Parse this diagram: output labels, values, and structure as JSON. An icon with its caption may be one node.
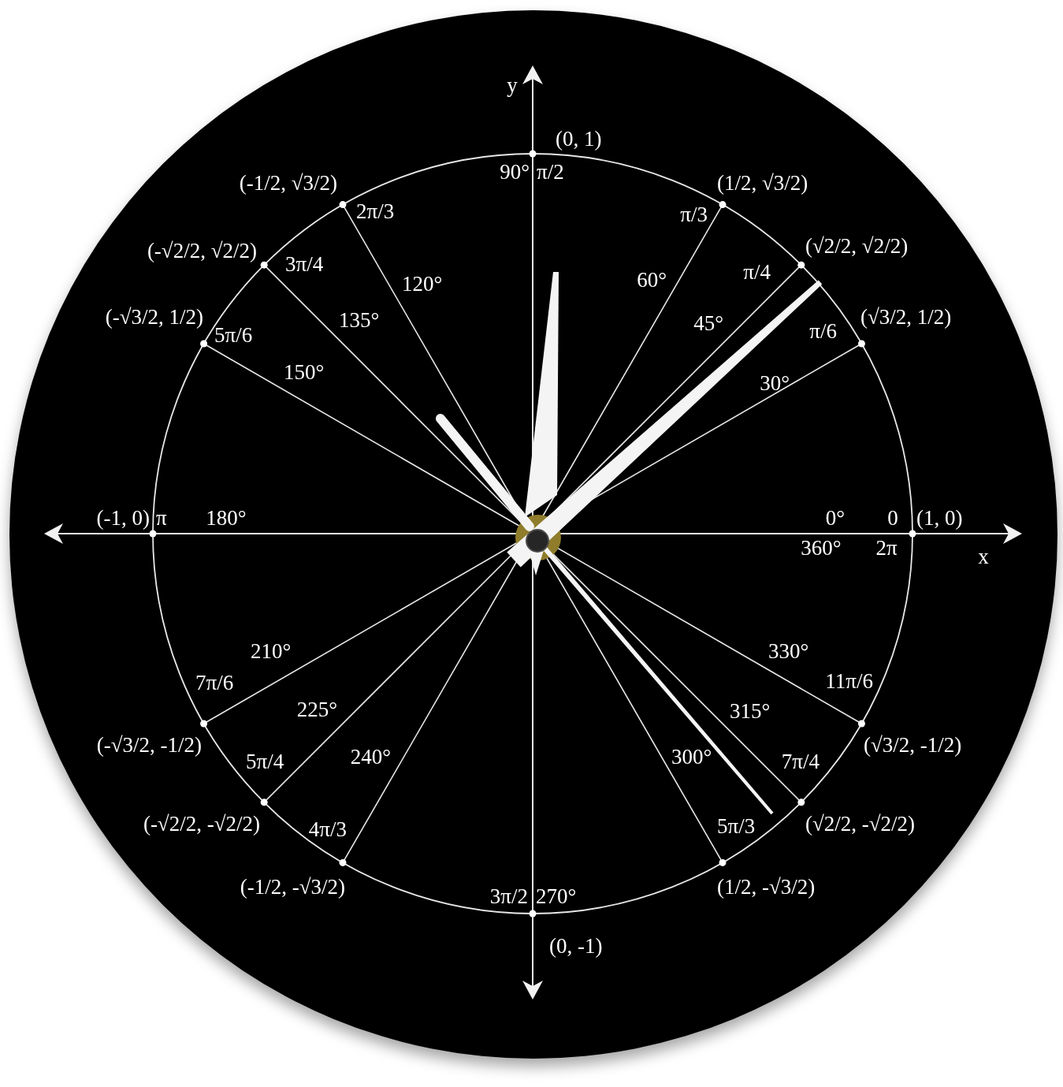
{
  "diagram": {
    "labels": [
      "y",
      "(0, 1)",
      "90°",
      "π/2",
      "(-1/2, √3/2)",
      "(1/2, √3/2)",
      "2π/3",
      "π/3",
      "(-√2/2, √2/2)",
      "(√2/2, √2/2)",
      "3π/4",
      "π/4",
      "120°",
      "60°",
      "(-√3/2, 1/2)",
      "5π/6",
      "135°",
      "45°",
      "π/6",
      "(√3/2, 1/2)",
      "150°",
      "30°",
      "(-1, 0)",
      "π",
      "180°",
      "0°",
      "0",
      "(1, 0)",
      "360°",
      "2π",
      "x",
      "210°",
      "330°",
      "7π/6",
      "11π/6",
      "225°",
      "315°",
      "(-√3/2, -1/2)",
      "(√3/2, -1/2)",
      "5π/4",
      "240°",
      "300°",
      "7π/4",
      "(-√2/2, -√2/2)",
      "4π/3",
      "5π/3",
      "(√2/2, -√2/2)",
      "(-1/2, -√3/2)",
      "(1/2, -√3/2)",
      "3π/2",
      "270°",
      "(0, -1)"
    ]
  }
}
